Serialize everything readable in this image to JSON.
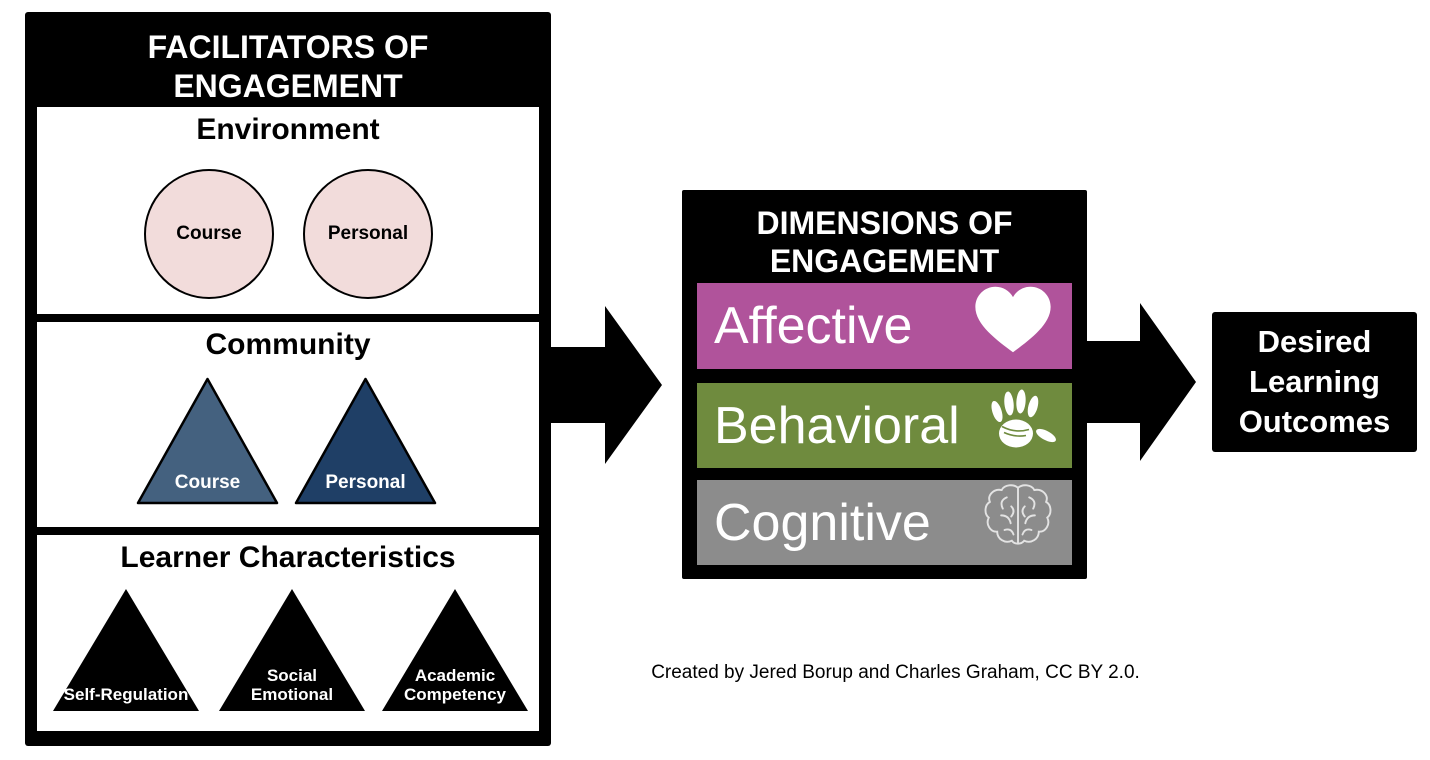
{
  "facilitators": {
    "title": "FACILITATORS OF ENGAGEMENT",
    "sections": [
      {
        "title": "Environment",
        "shape": "circle",
        "items": [
          {
            "label": "Course",
            "color": "#f2dcdb",
            "text_color": "#000000"
          },
          {
            "label": "Personal",
            "color": "#f2dcdb",
            "text_color": "#000000"
          }
        ]
      },
      {
        "title": "Community",
        "shape": "triangle",
        "items": [
          {
            "label": "Course",
            "color": "#44617f",
            "text_color": "#ffffff"
          },
          {
            "label": "Personal",
            "color": "#1f3f66",
            "text_color": "#ffffff"
          }
        ]
      },
      {
        "title": "Learner Characteristics",
        "shape": "triangle",
        "items": [
          {
            "label": "Self-Regulation",
            "color": "#000000",
            "text_color": "#ffffff"
          },
          {
            "label": "Social Emotional",
            "color": "#000000",
            "text_color": "#ffffff"
          },
          {
            "label": "Academic Competency",
            "color": "#000000",
            "text_color": "#ffffff"
          }
        ]
      }
    ]
  },
  "dimensions": {
    "title": "DIMENSIONS OF ENGAGEMENT",
    "rows": [
      {
        "label": "Affective",
        "icon": "heart-icon",
        "color": "#b0539b",
        "icon_color": "#ffffff"
      },
      {
        "label": "Behavioral",
        "icon": "hand-icon",
        "color": "#6f8b3e",
        "icon_color": "#ffffff"
      },
      {
        "label": "Cognitive",
        "icon": "brain-icon",
        "color": "#8c8c8c",
        "icon_color": "#e3e3e3"
      }
    ]
  },
  "outcomes": {
    "title": "Desired Learning Outcomes"
  },
  "caption": "Created by Jered Borup and Charles Graham, CC BY 2.0.",
  "arrow_color": "#000000"
}
